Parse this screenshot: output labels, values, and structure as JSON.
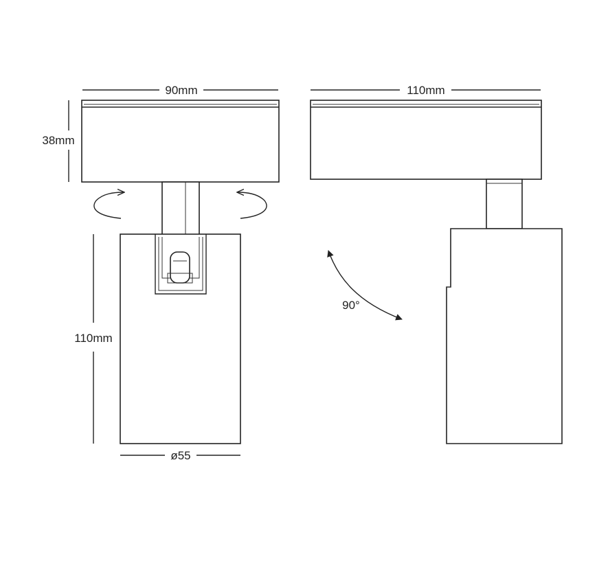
{
  "dimensions": {
    "front_width": "90mm",
    "front_height_base": "38mm",
    "front_height_body": "110mm",
    "diameter": "ø55",
    "side_width": "110mm",
    "tilt_angle": "90°"
  },
  "colors": {
    "line": "#222222",
    "background": "#ffffff"
  },
  "icons": {
    "rotate_left": "rotate-arrow-icon",
    "rotate_right": "rotate-arrow-icon",
    "tilt": "tilt-arc-arrow-icon"
  }
}
